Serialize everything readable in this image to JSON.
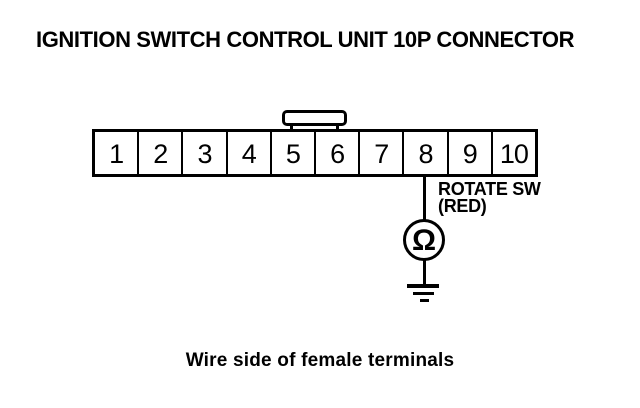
{
  "title": "IGNITION SWITCH CONTROL UNIT 10P CONNECTOR",
  "connector": {
    "pins": [
      "1",
      "2",
      "3",
      "4",
      "5",
      "6",
      "7",
      "8",
      "9",
      "10"
    ],
    "probed_pin": "8"
  },
  "probe": {
    "label_line1": "ROTATE SW",
    "label_line2": "(RED)",
    "meter_symbol": "Ω"
  },
  "caption": "Wire side of female terminals",
  "colors": {
    "ink": "#000000",
    "paper": "#ffffff"
  }
}
